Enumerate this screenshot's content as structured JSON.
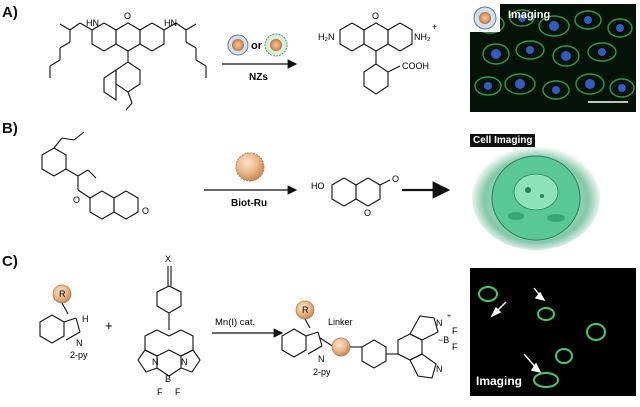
{
  "panels": {
    "a": {
      "label": "A)",
      "reagent": "NZs",
      "or": "or",
      "atom_hn_left": "H",
      "atom_n_left": "N",
      "atom_hn_right": "H",
      "atom_n_right": "N",
      "atom_o_ring": "O",
      "product_h2n": "H₂N",
      "product_nh2": "NH₂",
      "product_plus": "+",
      "product_cooh": "COOH",
      "imaging_label": "Imaging"
    },
    "b": {
      "label": "B)",
      "reagent": "Biot-Ru",
      "product_ho": "HO",
      "product_o": "O",
      "imaging_label": "Cell Imaging"
    },
    "c": {
      "label": "C)",
      "r_group": "R",
      "indole_h": "H",
      "indole_n": "N",
      "indole_py": "2-py",
      "plus": "+",
      "alkyne_x": "X",
      "bodipy_n1": "N",
      "bodipy_n2": "N",
      "bodipy_b": "B",
      "bodipy_f1": "F",
      "bodipy_f2": "F",
      "bodipy_minus": "−",
      "bodipy_plus": "+",
      "catalyst": "Mn(I) cat.",
      "linker": "Linker",
      "imaging_label": "Imaging"
    }
  },
  "colors": {
    "nanoparticle_core": "#e8a97a",
    "linker_orb": "#d9a06a",
    "cell_glow": "#4fd49a",
    "micrograph_green": "#2fb84a",
    "micrograph_blue": "#3a64d8"
  }
}
